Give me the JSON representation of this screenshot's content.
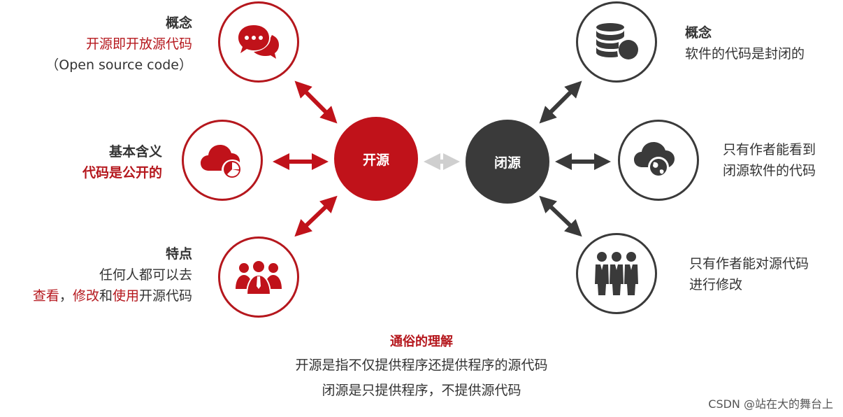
{
  "open_source": {
    "hub_label": "开源",
    "concept": {
      "title": "概念",
      "line1": "开源即开放源代码",
      "line2": "（Open source code）"
    },
    "meaning": {
      "title": "基本含义",
      "line1": "代码是公开的"
    },
    "feature": {
      "title": "特点",
      "line1": "任何人都可以去",
      "line2_a": "查看",
      "line2_b": "，",
      "line2_c": "修改",
      "line2_d": "和",
      "line2_e": "使用",
      "line2_f": "开源代码"
    }
  },
  "closed_source": {
    "hub_label": "闭源",
    "concept": {
      "title": "概念",
      "line1": "软件的代码是封闭的"
    },
    "visibility": {
      "line1": "只有作者能看到",
      "line2": "闭源软件的代码"
    },
    "modify": {
      "line1": "只有作者能对源代码",
      "line2": "进行修改"
    }
  },
  "summary": {
    "title": "通俗的理解",
    "line1": "开源是指不仅提供程序还提供程序的源代码",
    "line2": "闭源是只提供程序，不提供源代码"
  },
  "watermark": "CSDN @站在大的舞台上",
  "colors": {
    "red": "#c0121a",
    "dark": "#3a3a3a",
    "light_arrow": "#cfcfcf"
  },
  "icons": [
    "chat-bubbles-icon",
    "cloud-chart-icon",
    "people-group-icon",
    "database-icon",
    "cloud-globe-icon",
    "business-people-icon"
  ]
}
